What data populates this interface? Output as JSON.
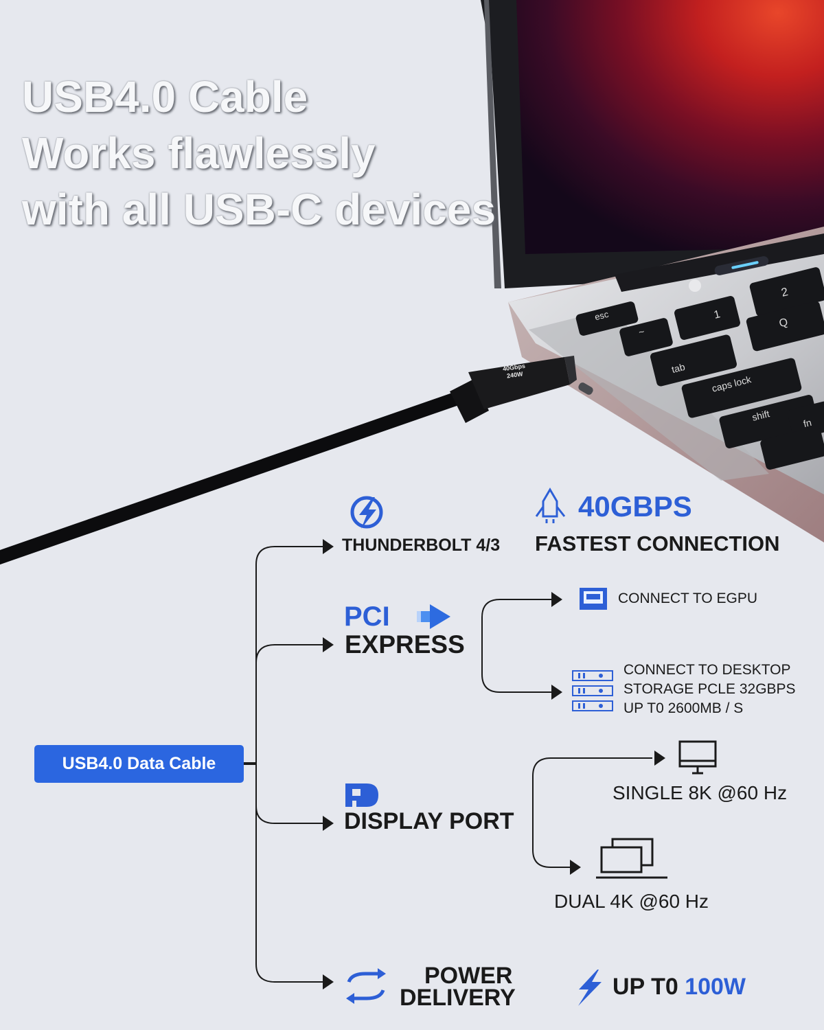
{
  "headline": {
    "line1": "USB4.0 Cable",
    "line2": "Works flawlessly",
    "line3": "with all USB-C devices"
  },
  "connector_label": {
    "line1": "40Gbps",
    "line2": "240W"
  },
  "keyboard": {
    "esc": "esc",
    "tilde": "~",
    "one": "1",
    "two": "2",
    "q": "Q",
    "tab": "tab",
    "caps_lock": "caps lock",
    "shift": "shift",
    "fn": "fn"
  },
  "cable_badge": "USB4.0 Data Cable",
  "thunderbolt": {
    "label": "THUNDERBOLT 4/3",
    "icon": "lightning-circle-icon"
  },
  "speed": {
    "value": "40GBPS",
    "caption": "FASTEST CONNECTION",
    "icon": "rocket-icon"
  },
  "pci": {
    "line1": "PCI",
    "line2": "EXPRESS",
    "icon": "arrow-right-icon",
    "egpu": {
      "label": "CONNECT TO EGPU",
      "icon": "gpu-card-icon"
    },
    "storage": {
      "line1": "CONNECT TO DESKTOP",
      "line2": "STORAGE PCLE 32GBPS",
      "line3": "UP T0 2600MB / S",
      "icon": "storage-rack-icon"
    }
  },
  "display": {
    "label": "DISPLAY PORT",
    "icon": "displayport-icon",
    "single": {
      "label": "SINGLE 8K @60 Hz",
      "icon": "monitor-icon"
    },
    "dual": {
      "label": "DUAL 4K @60 Hz",
      "icon": "dual-monitor-icon"
    }
  },
  "power": {
    "line1": "POWER",
    "line2": "DELIVERY",
    "icon": "power-cycle-icon",
    "up_to": "UP T0",
    "watts": "100W",
    "bolt_icon": "lightning-icon"
  },
  "colors": {
    "accent": "#2b66e0",
    "background": "#e6e8ee",
    "text_dark": "#1a1a1a"
  }
}
